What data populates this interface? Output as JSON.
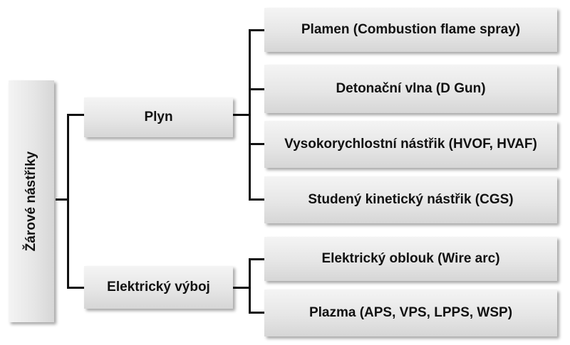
{
  "root": {
    "label": "Žárové nástřiky"
  },
  "groups": [
    {
      "label": "Plyn",
      "children": [
        "Plamen (Combustion flame spray)",
        "Detonační vlna (D Gun)",
        "Vysokorychlostní nástřik (HVOF, HVAF)",
        "Studený kinetický nástřik (CGS)"
      ]
    },
    {
      "label": "Elektrický výboj",
      "children": [
        "Elektrický oblouk (Wire arc)",
        "Plazma (APS, VPS, LPPS, WSP)"
      ]
    }
  ]
}
